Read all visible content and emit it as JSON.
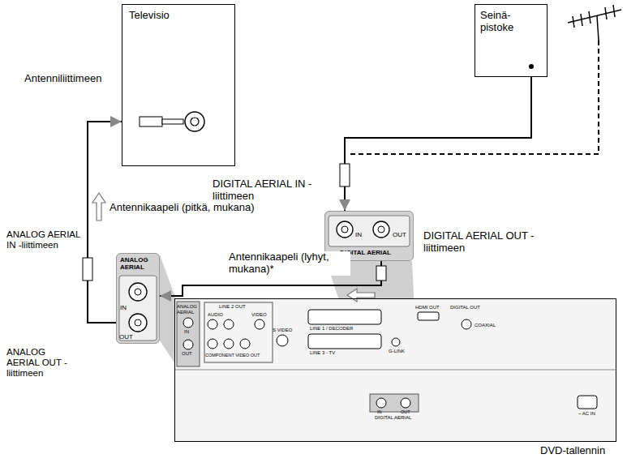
{
  "diagram": {
    "nodes": [
      {
        "text": [
          "Televisio"
        ]
      },
      {
        "text": [
          "Seinä-pistoke"
        ]
      },
      {
        "text": [
          "ANALOG AERIAL",
          "IN",
          "OUT"
        ]
      },
      {
        "text": [
          "IN",
          "OUT",
          "DIGITAL AERIAL"
        ]
      },
      {
        "text": [
          "DVD-tallennin"
        ]
      }
    ],
    "edges": [
      {
        "from": 2,
        "to": 0,
        "arrow": "to",
        "label": "Antennikaapeli (pitkä, mukana)"
      },
      {
        "from": 3,
        "to": 2,
        "arrow": "to",
        "label": "Antennikaapeli (lyhyt, mukana)*"
      },
      {
        "from": 1,
        "to": 3,
        "arrow": "to"
      }
    ],
    "labels": [
      "Antenniliittimeen",
      "ANALOG AERIAL IN -liittimeen",
      "ANALOG AERIAL OUT -liittimeen",
      "DIGITAL AERIAL IN -liittimeen",
      "DIGITAL AERIAL OUT -liittimeen",
      "ANALOG AERIAL",
      "IN",
      "OUT",
      "LINE 2 OUT",
      "AUDIO",
      "VIDEO",
      "COMPONENT VIDEO OUT",
      "S VIDEO",
      "LINE 1 / DECODER",
      "LINE 3 - TV",
      "G-LINK",
      "HDMI OUT",
      "DIGITAL OUT",
      "COAXIAL",
      "DIGITAL AERIAL",
      "IN",
      "OUT",
      "~ AC IN"
    ]
  }
}
